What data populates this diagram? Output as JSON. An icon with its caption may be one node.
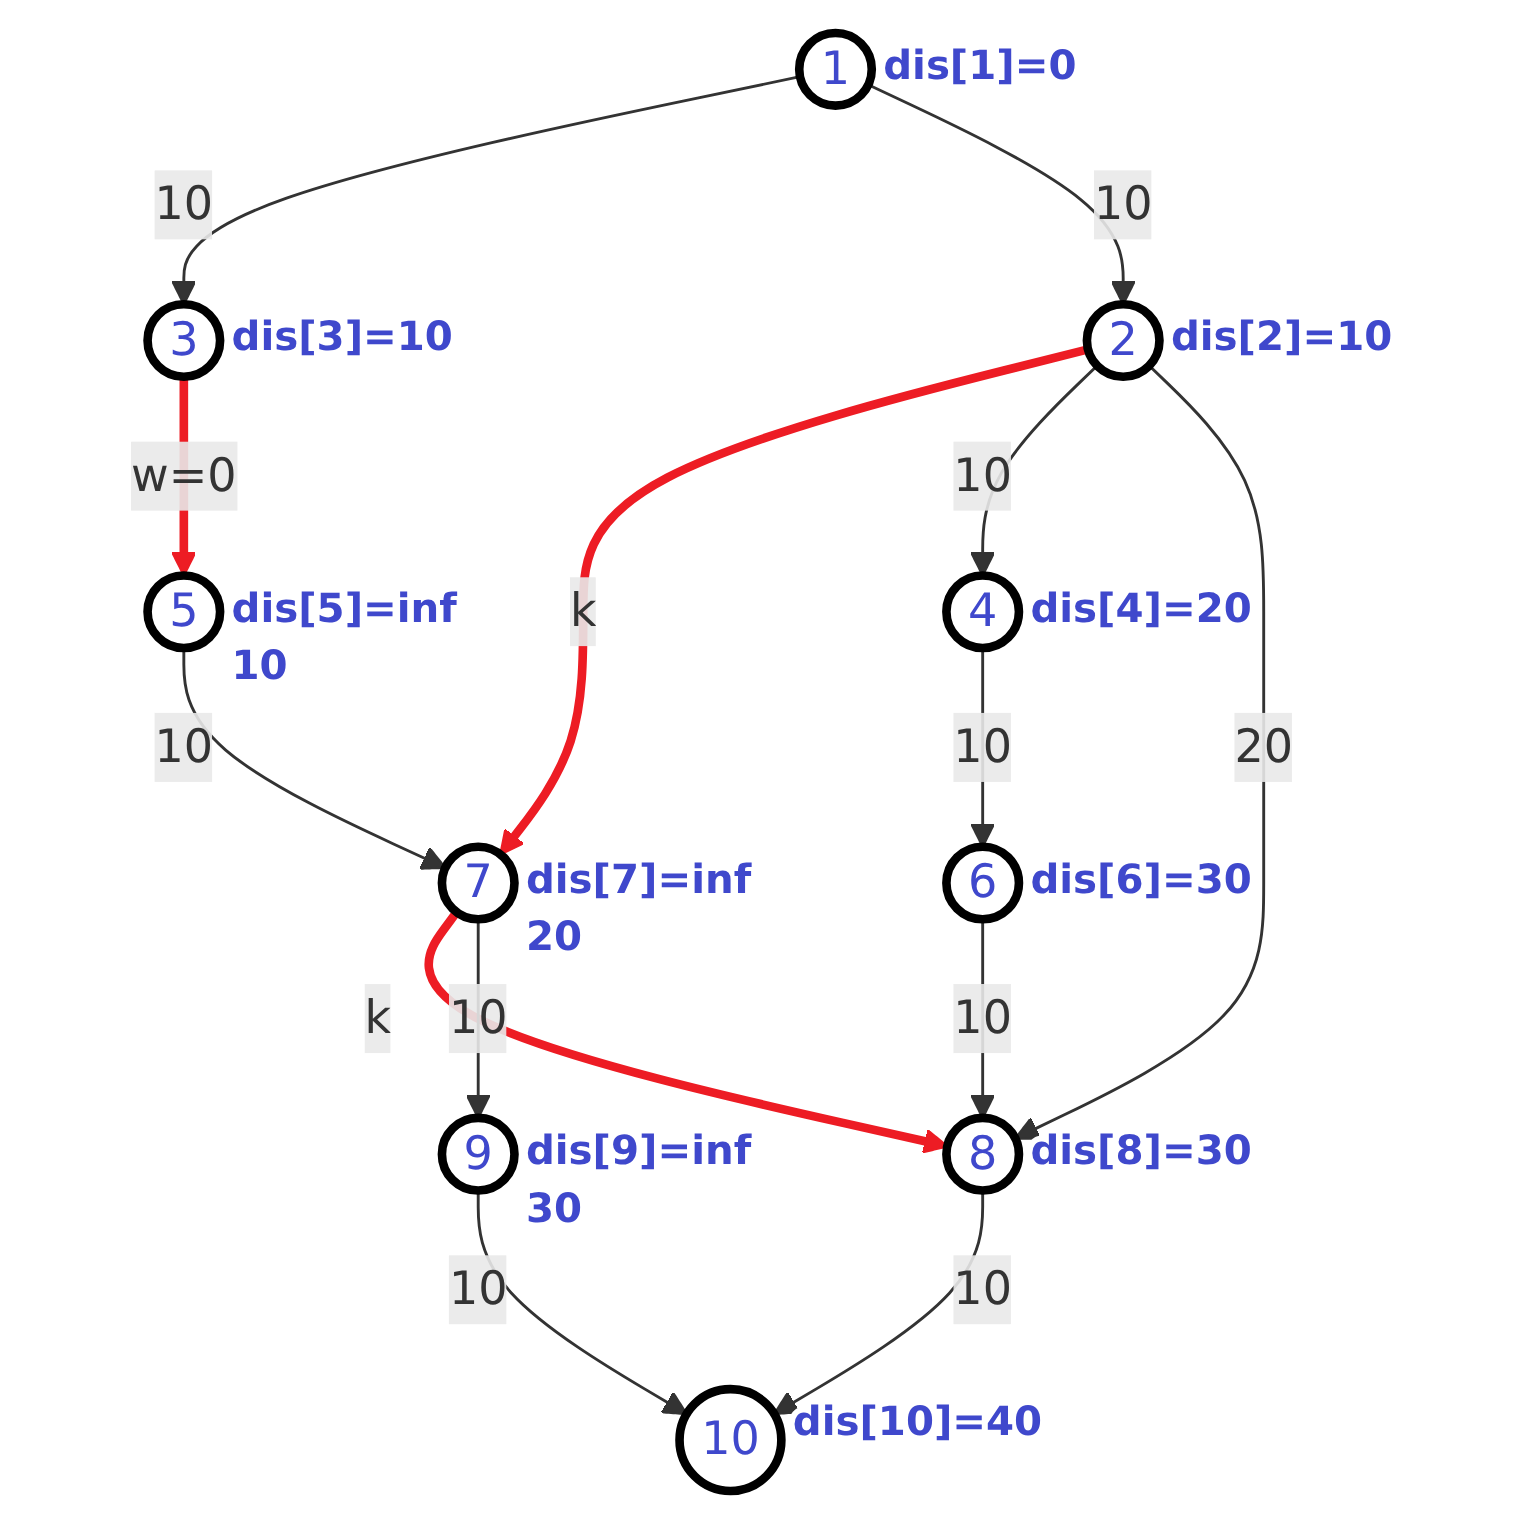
{
  "diagram": {
    "nodes": [
      {
        "text": [
          "1"
        ],
        "beside": [
          "dis[1]=0"
        ]
      },
      {
        "text": [
          "2"
        ],
        "beside": [
          "dis[2]=10"
        ]
      },
      {
        "text": [
          "3"
        ],
        "beside": [
          "dis[3]=10"
        ]
      },
      {
        "text": [
          "4"
        ],
        "beside": [
          "dis[4]=20"
        ]
      },
      {
        "text": [
          "5"
        ],
        "beside": [
          "dis[5]=inf",
          "10"
        ]
      },
      {
        "text": [
          "6"
        ],
        "beside": [
          "dis[6]=30"
        ]
      },
      {
        "text": [
          "7"
        ],
        "beside": [
          "dis[7]=inf",
          "20"
        ]
      },
      {
        "text": [
          "8"
        ],
        "beside": [
          "dis[8]=30"
        ]
      },
      {
        "text": [
          "9"
        ],
        "beside": [
          "dis[9]=inf",
          "30"
        ]
      },
      {
        "text": [
          "10"
        ],
        "beside": [
          "dis[10]=40"
        ]
      }
    ],
    "edges": [
      {
        "from": 0,
        "to": 2,
        "arrow": "to",
        "label": "10"
      },
      {
        "from": 0,
        "to": 1,
        "arrow": "to",
        "label": "10"
      },
      {
        "from": 2,
        "to": 4,
        "arrow": "to",
        "label": "w=0",
        "style": "thick",
        "color": "#ed1c24"
      },
      {
        "from": 4,
        "to": 6,
        "arrow": "to",
        "label": "10"
      },
      {
        "from": 1,
        "to": 6,
        "arrow": "to",
        "label": "k",
        "style": "thick",
        "color": "#ed1c24"
      },
      {
        "from": 1,
        "to": 3,
        "arrow": "to",
        "label": "10"
      },
      {
        "from": 3,
        "to": 5,
        "arrow": "to",
        "label": "10"
      },
      {
        "from": 1,
        "to": 7,
        "arrow": "to",
        "label": "20"
      },
      {
        "from": 6,
        "to": 7,
        "arrow": "to",
        "label": "k",
        "style": "thick",
        "color": "#ed1c24"
      },
      {
        "from": 5,
        "to": 7,
        "arrow": "to",
        "label": "10"
      },
      {
        "from": 6,
        "to": 8,
        "arrow": "to",
        "label": "10"
      },
      {
        "from": 7,
        "to": 9,
        "arrow": "to",
        "label": "10"
      },
      {
        "from": 8,
        "to": 9,
        "arrow": "to",
        "label": "10"
      }
    ]
  }
}
